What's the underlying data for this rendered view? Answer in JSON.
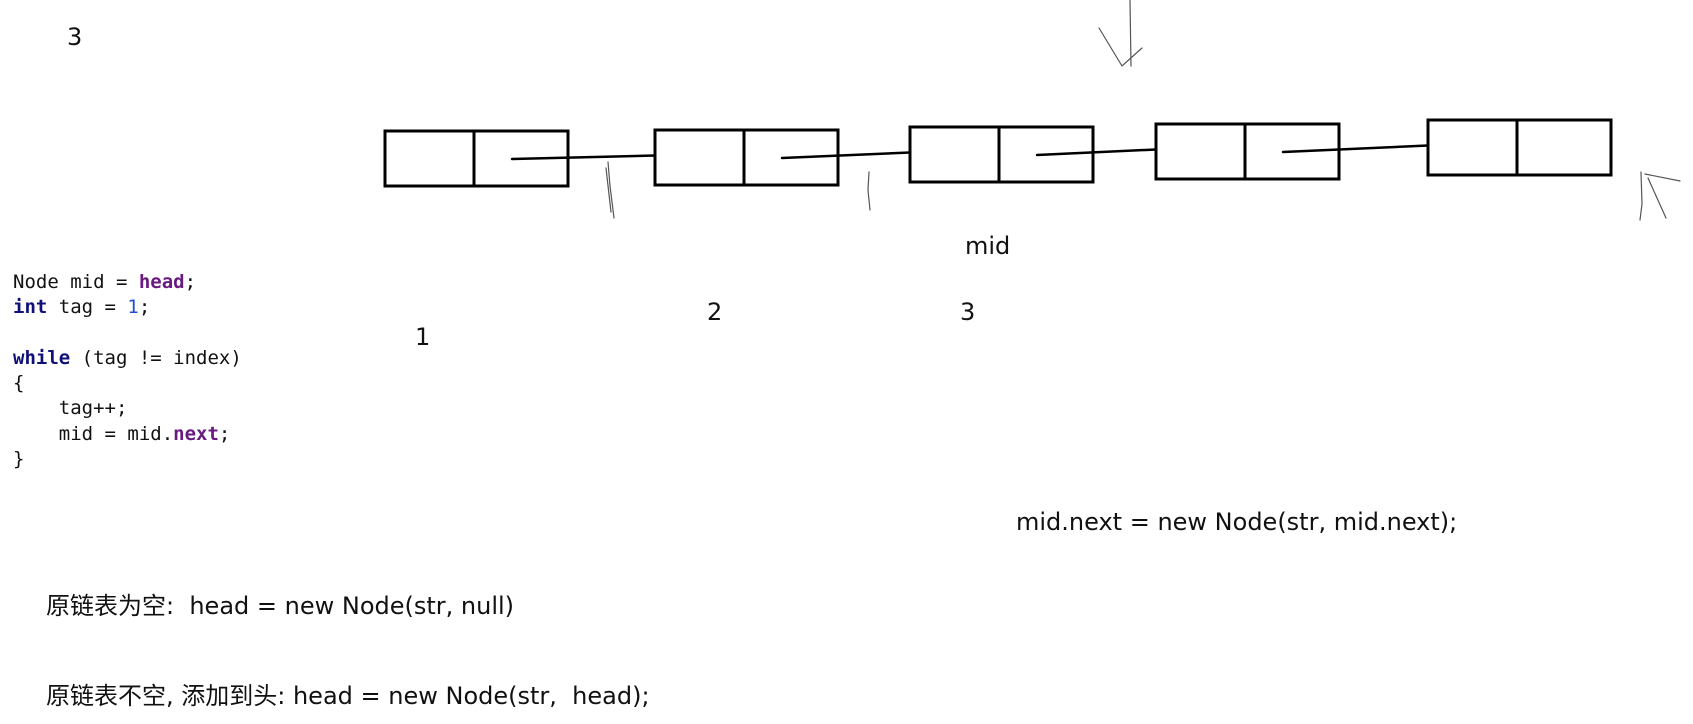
{
  "diagram": {
    "top_left_label": "3",
    "mid_label": "mid",
    "index_labels": [
      "1",
      "2",
      "3"
    ],
    "node_count": 5
  },
  "code": {
    "lines": [
      [
        {
          "t": "Node mid = ",
          "c": ""
        },
        {
          "t": "head",
          "c": "mem"
        },
        {
          "t": ";",
          "c": ""
        }
      ],
      [
        {
          "t": "int",
          "c": "kw"
        },
        {
          "t": " tag = ",
          "c": ""
        },
        {
          "t": "1",
          "c": "num"
        },
        {
          "t": ";",
          "c": ""
        }
      ],
      [],
      [
        {
          "t": "while",
          "c": "kw"
        },
        {
          "t": " (tag != index)",
          "c": ""
        }
      ],
      [
        {
          "t": "{",
          "c": ""
        }
      ],
      [
        {
          "t": "    tag++;",
          "c": ""
        }
      ],
      [
        {
          "t": "    mid = mid.",
          "c": ""
        },
        {
          "t": "next",
          "c": "mem"
        },
        {
          "t": ";",
          "c": ""
        }
      ],
      [
        {
          "t": "}",
          "c": ""
        }
      ]
    ]
  },
  "notes": {
    "insert_mid": "mid.next = new Node(str, mid.next);",
    "empty_list": "原链表为空:  head = new Node(str, null)",
    "non_empty_head": "原链表不空, 添加到头: head = new Node(str,  head);"
  }
}
